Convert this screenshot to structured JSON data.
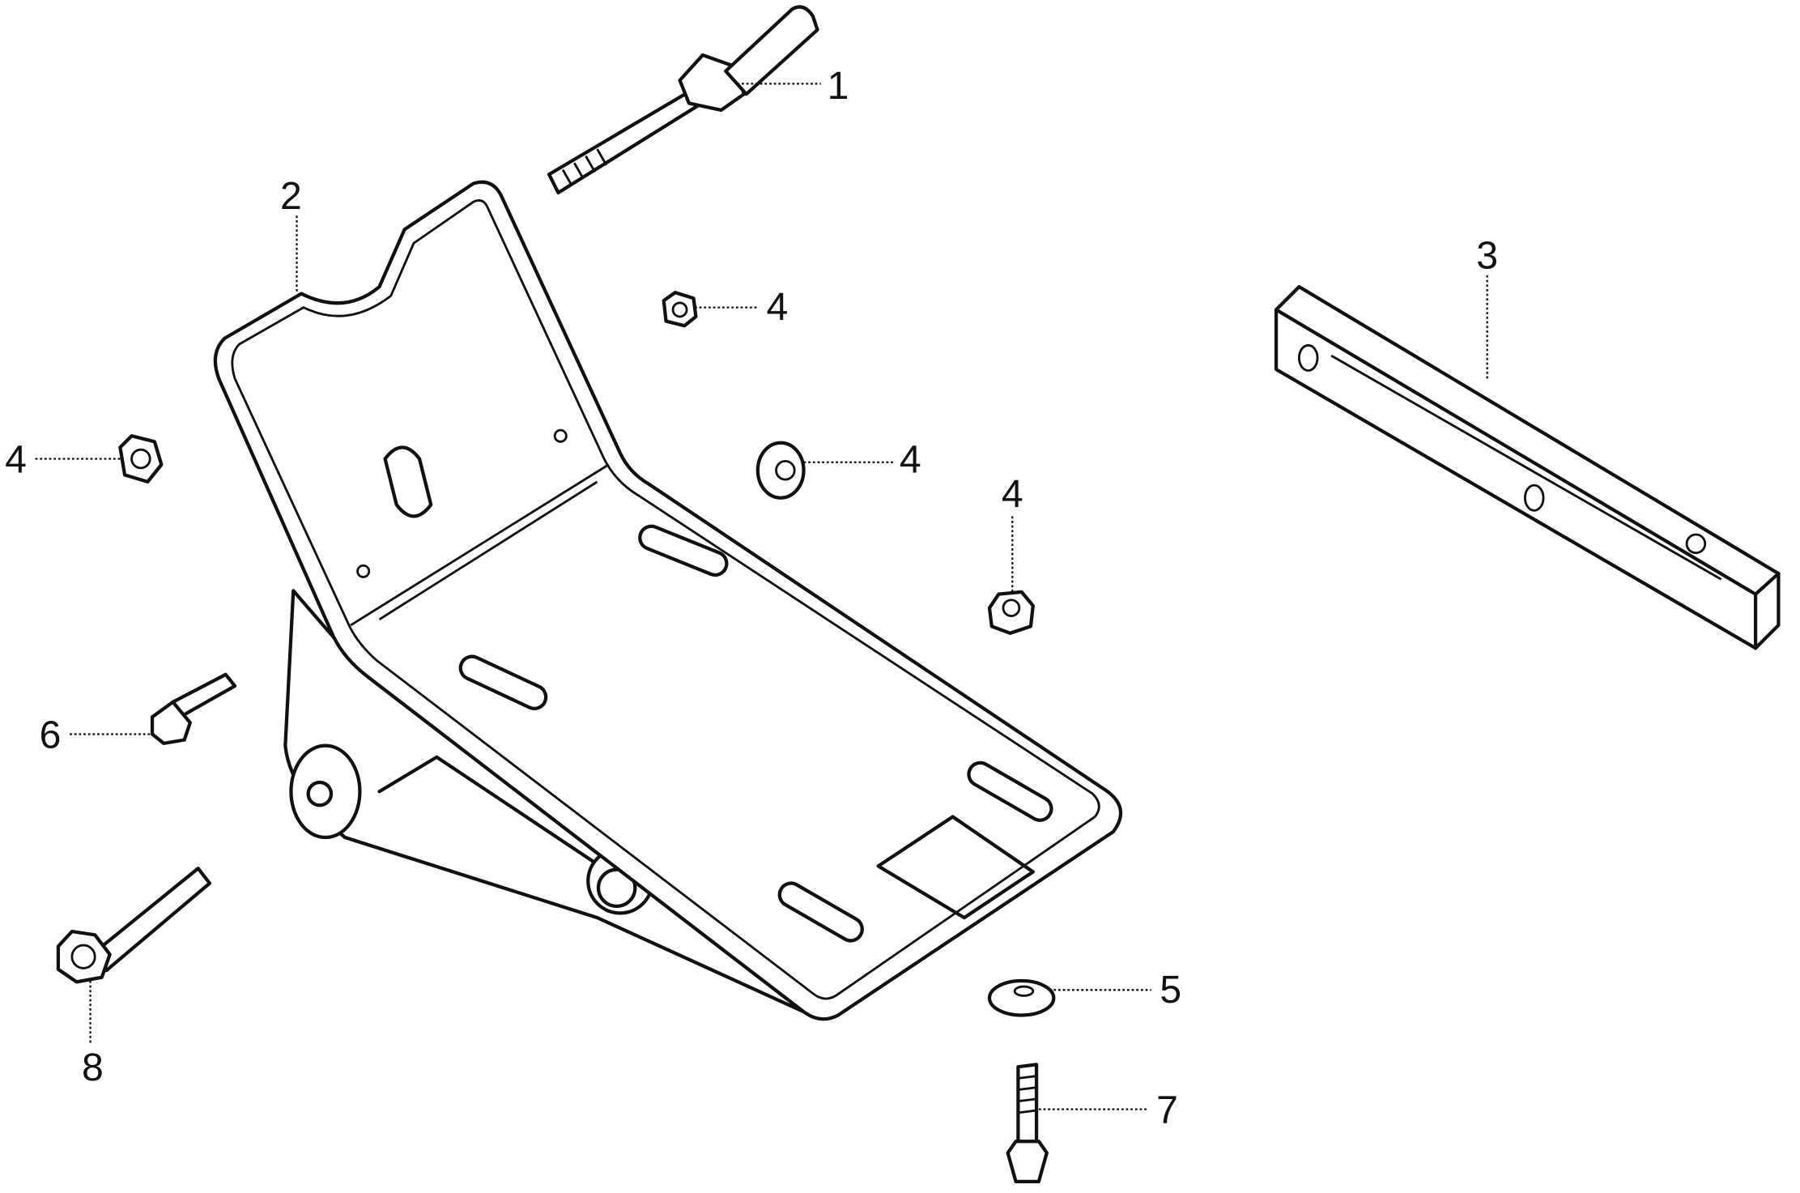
{
  "diagram": {
    "type": "exploded parts diagram",
    "callouts": {
      "bolt_long": "1",
      "bracket": "2",
      "square_tube": "3",
      "nut_a": "4",
      "nut_b": "4",
      "nut_c": "4",
      "nut_d": "4",
      "washer": "5",
      "bolt_short": "6",
      "bolt_bottom": "7",
      "flange_bolt": "8"
    }
  }
}
